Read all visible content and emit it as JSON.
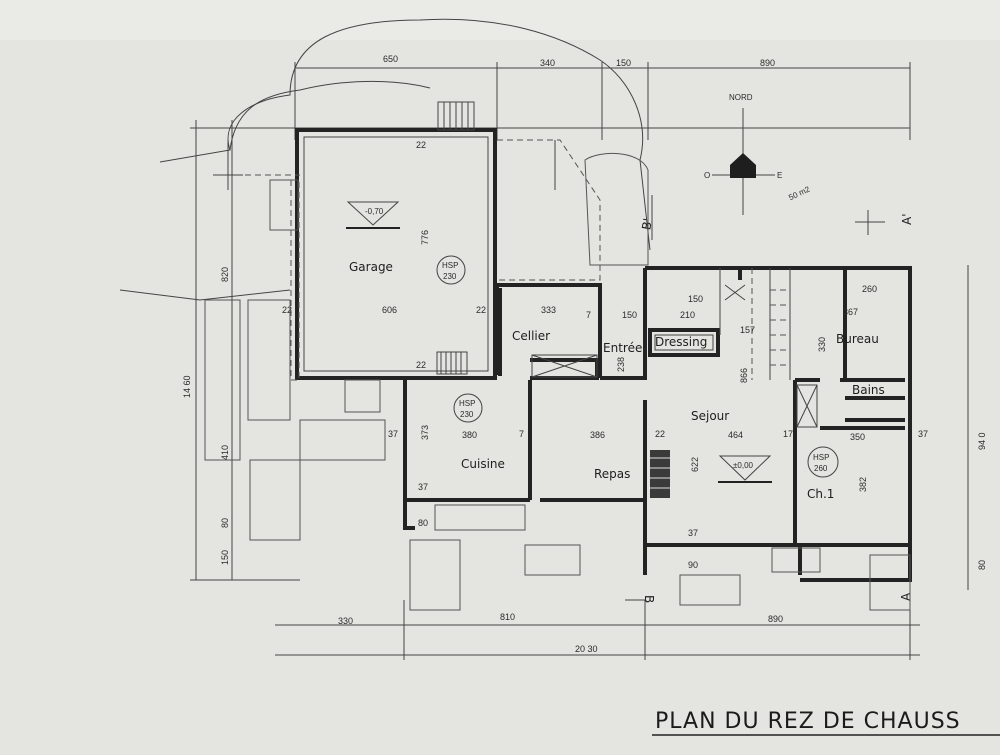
{
  "title": "PLAN  DU REZ DE CHAUSS",
  "north": {
    "label": "NORD",
    "west": "O",
    "east": "E",
    "note": "50 m2"
  },
  "section_marks": [
    "A",
    "A'",
    "B",
    "B'"
  ],
  "rooms": {
    "garage": "Garage",
    "cellier": "Cellier",
    "entree": "Entrée",
    "dressing": "Dressing",
    "cuisine": "Cuisine",
    "repas": "Repas",
    "sejour": "Sejour",
    "bureau": "Bureau",
    "bains": "Bains",
    "chambre": "Ch.1"
  },
  "levels": {
    "garage": "-0,70",
    "sejour": "±0,00"
  },
  "hsp": {
    "label": "HSP",
    "garage": "230",
    "cuisine": "230",
    "chambre": "260"
  },
  "dims_top": [
    "650",
    "340",
    "150",
    "890"
  ],
  "dims_bottom": [
    "330",
    "810",
    "890"
  ],
  "dim_total": "20 30",
  "dims_left": [
    "14 60",
    "820",
    "410",
    "80",
    "150"
  ],
  "dims_right": [
    "94 0",
    "80"
  ],
  "dims_inner": {
    "garage_w": "606",
    "garage_h": "776",
    "cellier": "333",
    "cuisine_w": "380",
    "cuisine_h": "373",
    "repas": "386",
    "sejour_w": "464",
    "sejour_h": "866",
    "sejour_622": "622",
    "bureau": "367",
    "bureau_h": "330",
    "chambre_w": "350",
    "chambre_h": "382",
    "dressing_w": "210",
    "entree_w": "150",
    "entree_h": "238",
    "stairs": "157"
  },
  "wall_thickness": [
    "22",
    "7",
    "37",
    "17",
    "80",
    "90",
    "260",
    "150"
  ]
}
